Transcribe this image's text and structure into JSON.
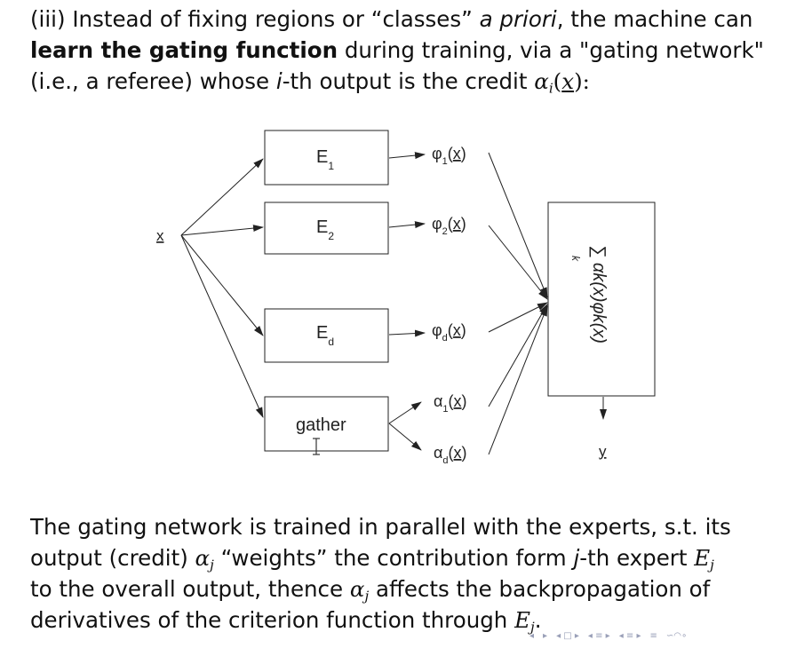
{
  "intro": {
    "line1_a": "(iii) Instead of fixing regions or “classes” ",
    "line1_b": "a priori",
    "line1_c": ", the machine can",
    "line2_bold": "learn the gating function",
    "line2_rest": " during training, via a \"gating network\"",
    "line3_a": "(i.e., a referee) whose ",
    "line3_i": "i",
    "line3_b": "-th output is the credit ",
    "alpha": "α",
    "sub_i": "i",
    "x_arg": "x",
    "paren_open": "(",
    "paren_close": "):"
  },
  "diagram": {
    "input_label": "x",
    "experts": [
      {
        "label": "E",
        "sub": "1",
        "output": "φ",
        "output_sub": "1",
        "arg": "x"
      },
      {
        "label": "E",
        "sub": "2",
        "output": "φ",
        "output_sub": "2",
        "arg": "x"
      },
      {
        "label": "E",
        "sub": "d",
        "output": "φ",
        "output_sub": "d",
        "arg": "x"
      }
    ],
    "gating_label": "gather",
    "gating_outputs": [
      {
        "symbol": "α",
        "sub": "1",
        "arg": "x"
      },
      {
        "symbol": "α",
        "sub": "d",
        "arg": "x"
      }
    ],
    "combiner_formula": "∑ αk(x)φk(x)",
    "combiner_index": "k",
    "output_label": "y"
  },
  "outro": {
    "line1": "The gating network is trained in parallel with the experts, s.t. its",
    "line2_a": "output (credit) ",
    "line2_b": " “weights” the contribution form ",
    "line2_j": "j",
    "line2_c": "-th expert ",
    "line3_a": "to the overall output, thence ",
    "line3_b": " affects the backpropagation of",
    "line4": "derivatives of the criterion function through ",
    "alpha": "α",
    "E": "E",
    "sub_j": "j",
    "dot": "."
  },
  "nav": {
    "items": [
      "◂",
      "▸",
      "◂ □ ▸",
      "◂ ≡ ▸",
      "◂ ≡ ▸",
      "≡",
      "∽◠∘"
    ]
  }
}
